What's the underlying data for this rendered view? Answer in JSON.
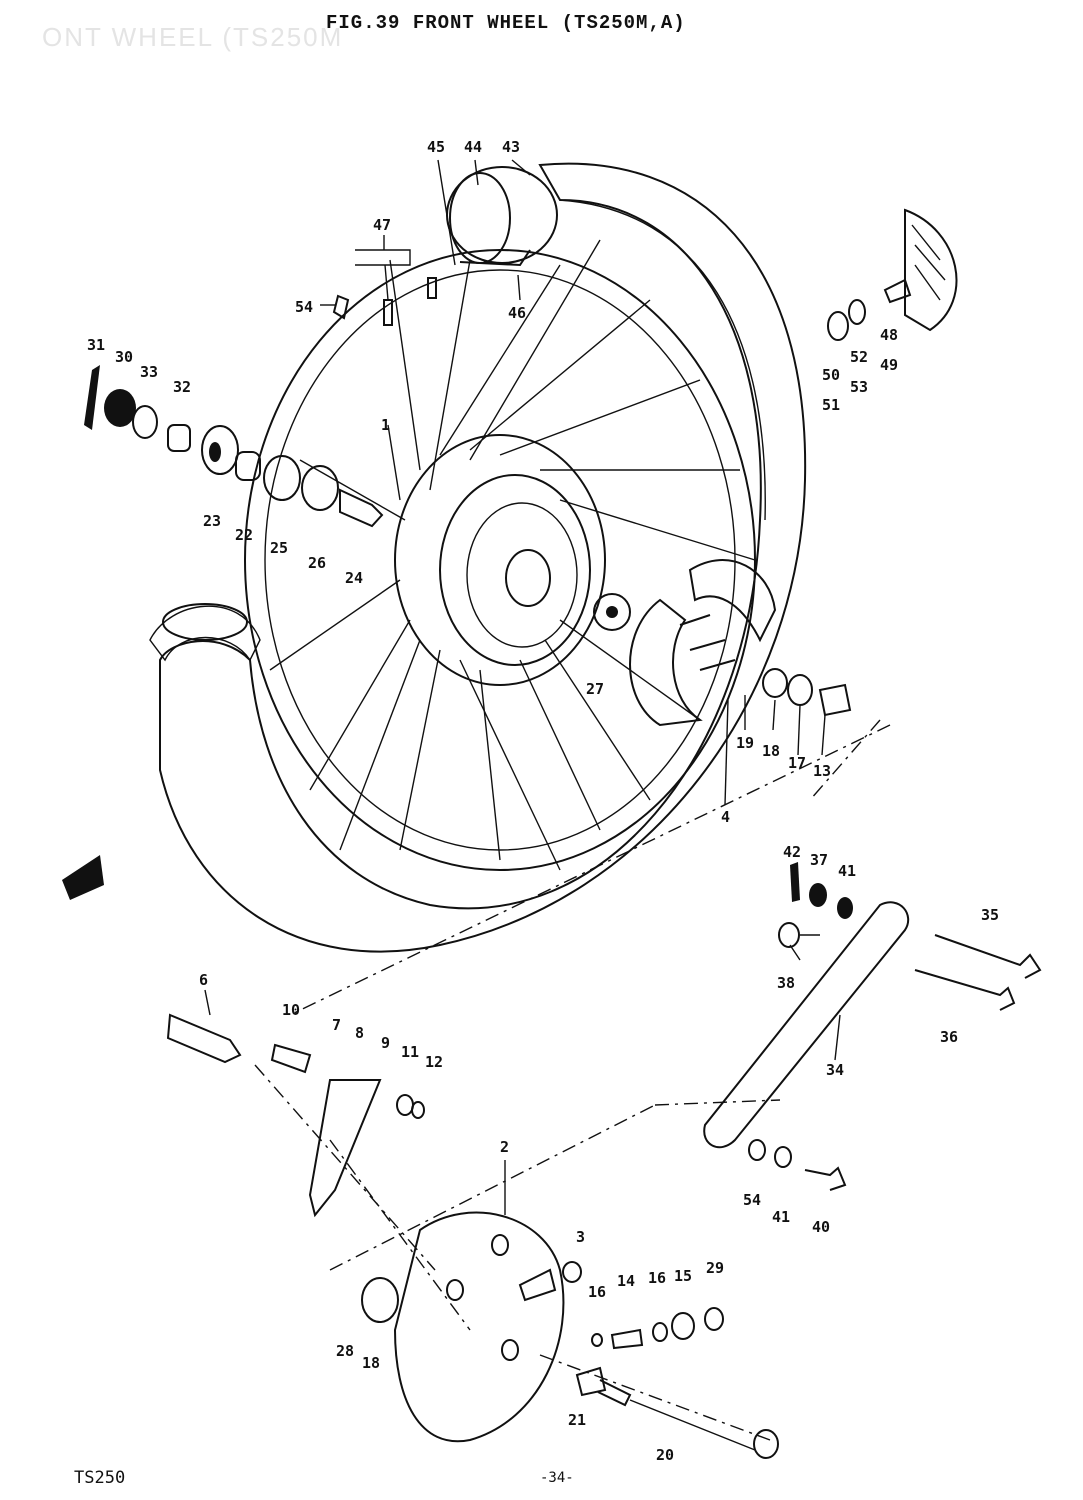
{
  "header": {
    "figure_title": "FIG.39  FRONT WHEEL (TS250M,A)",
    "ghost_title": "ONT WHEEL (TS250M"
  },
  "footer": {
    "model": "TS250",
    "page": "-34-"
  },
  "callouts": {
    "c45": "45",
    "c44": "44",
    "c43": "43",
    "c47": "47",
    "c54a": "54",
    "c46": "46",
    "c48": "48",
    "c49": "49",
    "c50": "50",
    "c51": "51",
    "c52": "52",
    "c53": "53",
    "c31": "31",
    "c30": "30",
    "c33": "33",
    "c32": "32",
    "c1": "1",
    "c23": "23",
    "c22": "22",
    "c25": "25",
    "c26": "26",
    "c24": "24",
    "c27": "27",
    "c19": "19",
    "c18a": "18",
    "c17": "17",
    "c13": "13",
    "c4": "4",
    "c42": "42",
    "c37": "37",
    "c41a": "41",
    "c35": "35",
    "c38": "38",
    "c36": "36",
    "c34": "34",
    "c6": "6",
    "c10": "10",
    "c7": "7",
    "c8": "8",
    "c9": "9",
    "c11": "11",
    "c12": "12",
    "c2": "2",
    "c54b": "54",
    "c41b": "41",
    "c40": "40",
    "c3": "3",
    "c16a": "16",
    "c14": "14",
    "c16b": "16",
    "c15": "15",
    "c29": "29",
    "c28": "28",
    "c18b": "18",
    "c21": "21",
    "c20": "20"
  }
}
